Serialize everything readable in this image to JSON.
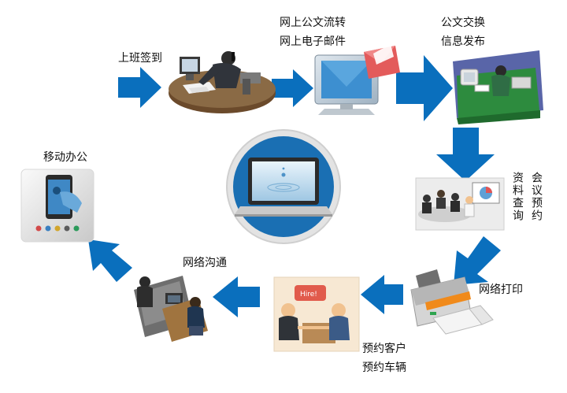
{
  "steps": {
    "sign_in": "上班签到",
    "doc_flow_1": "网上公文流转",
    "doc_flow_2": "网上电子邮件",
    "exchange_1": "公文交换",
    "exchange_2": "信息发布",
    "meeting_col1": "资料查询",
    "meeting_col2": "会议预约",
    "printing": "网络打印",
    "booking_1": "预约客户",
    "booking_2": "预约车辆",
    "network": "网络沟通",
    "mobile": "移动办公"
  },
  "illustration_text": {
    "hire_sign": "Hire!"
  },
  "colors": {
    "arrow": "#0a6fbd",
    "hub": "#1a6fb3",
    "hub_ring": "#d8d8d8"
  },
  "icons": {
    "hub": "laptop-icon",
    "sign_in": "office-worker-on-phone-icon",
    "doc_flow": "monitor-with-mail-icon",
    "exchange": "office-cubicle-icon",
    "meeting": "meeting-room-icon",
    "printing": "printer-icon",
    "booking": "business-handshake-icon",
    "network": "office-workstations-icon",
    "mobile": "smartphone-touch-icon"
  }
}
